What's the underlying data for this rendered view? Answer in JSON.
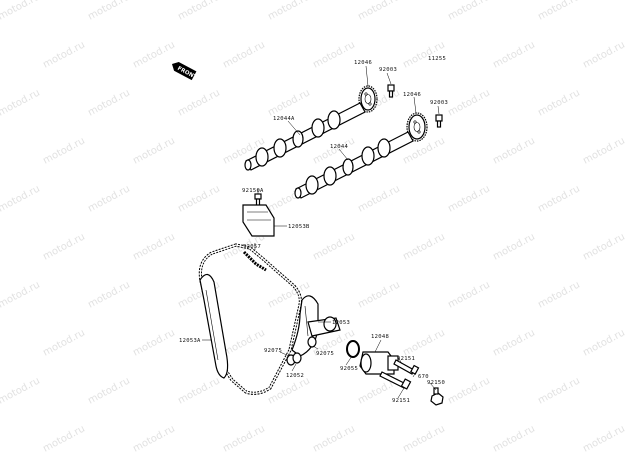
{
  "diagram_code": "11255",
  "front_marker": "FRONT",
  "watermark": "motod.ru",
  "colors": {
    "line": "#000000",
    "watermark": "#c9c9c9",
    "background": "#ffffff"
  },
  "parts": [
    {
      "id": "p_12046a",
      "label": "12046"
    },
    {
      "id": "p_92003a",
      "label": "92003"
    },
    {
      "id": "p_12044a",
      "label": "12044A"
    },
    {
      "id": "p_12046b",
      "label": "12046"
    },
    {
      "id": "p_92003b",
      "label": "92003"
    },
    {
      "id": "p_12044",
      "label": "12044"
    },
    {
      "id": "p_92150a",
      "label": "92150A"
    },
    {
      "id": "p_12053b",
      "label": "12053B"
    },
    {
      "id": "p_92057",
      "label": "92057"
    },
    {
      "id": "p_12053",
      "label": "12053"
    },
    {
      "id": "p_12053a",
      "label": "12053A"
    },
    {
      "id": "p_12048",
      "label": "12048"
    },
    {
      "id": "p_92075a",
      "label": "92075"
    },
    {
      "id": "p_92075b",
      "label": "92075"
    },
    {
      "id": "p_92151a",
      "label": "92151"
    },
    {
      "id": "p_12052",
      "label": "12052"
    },
    {
      "id": "p_92055",
      "label": "92055"
    },
    {
      "id": "p_670",
      "label": "670"
    },
    {
      "id": "p_92150",
      "label": "92150"
    },
    {
      "id": "p_92151b",
      "label": "92151"
    }
  ]
}
